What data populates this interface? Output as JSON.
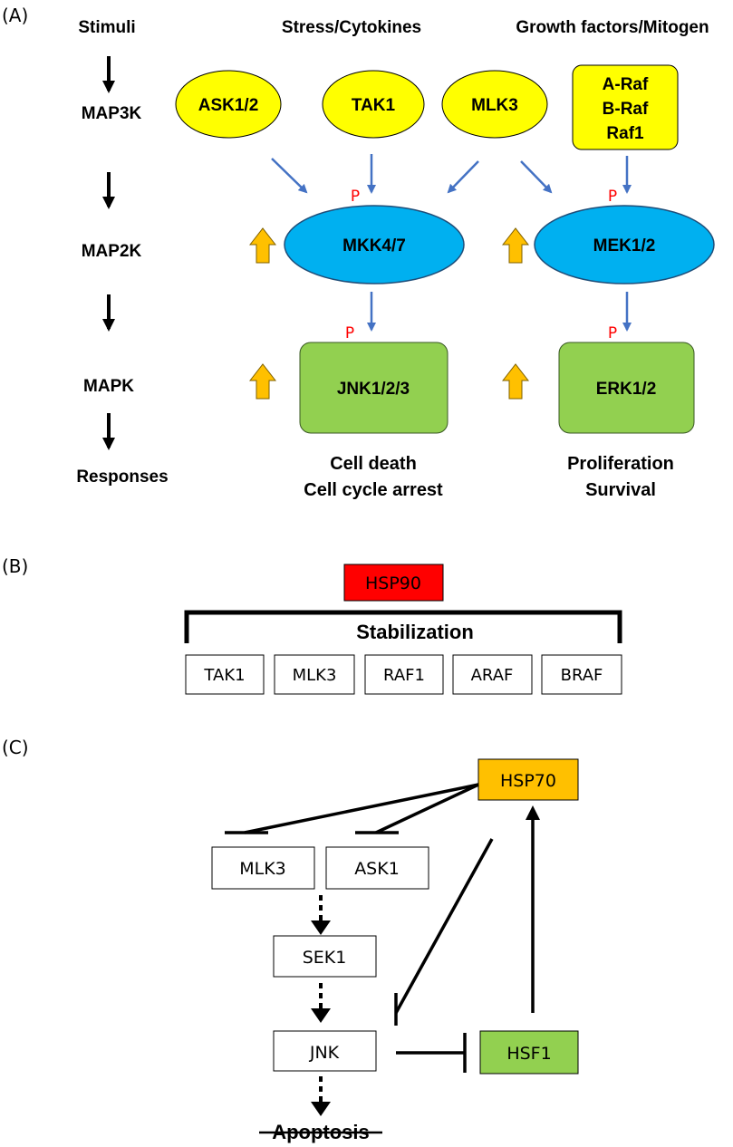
{
  "panel_a": {
    "label": "(A)",
    "levels": {
      "stimuli": "Stimuli",
      "map3k": "MAP3K",
      "map2k": "MAP2K",
      "mapk": "MAPK",
      "responses": "Responses"
    },
    "stimuli": {
      "stress": "Stress/Cytokines",
      "growth": "Growth factors/Mitogen"
    },
    "map3k": {
      "ask": "ASK1/2",
      "tak": "TAK1",
      "mlk": "MLK3",
      "raf": [
        "A-Raf",
        "B-Raf",
        "Raf1"
      ]
    },
    "map2k": {
      "mkk": "MKK4/7",
      "mek": "MEK1/2"
    },
    "mapk": {
      "jnk": "JNK1/2/3",
      "erk": "ERK1/2"
    },
    "phospho": "P",
    "responses": {
      "jnk": [
        "Cell death",
        "Cell cycle arrest"
      ],
      "erk": [
        "Proliferation",
        "Survival"
      ]
    },
    "colors": {
      "map3k": "#ffff00",
      "map2k": "#00b0f0",
      "mapk": "#92d050",
      "arrow_blue": "#4472c4",
      "up_arrow": "#ffc000",
      "phospho": "#ff0000"
    }
  },
  "panel_b": {
    "label": "(B)",
    "hsp": "HSP90",
    "stabilization": "Stabilization",
    "clients": [
      "TAK1",
      "MLK3",
      "RAF1",
      "ARAF",
      "BRAF"
    ],
    "colors": {
      "hsp90": "#ff0000"
    }
  },
  "panel_c": {
    "label": "(C)",
    "hsp70": "HSP70",
    "mlk3": "MLK3",
    "ask1": "ASK1",
    "sek1": "SEK1",
    "jnk": "JNK",
    "hsf1": "HSF1",
    "apoptosis": "Apoptosis",
    "colors": {
      "hsp70": "#ffc000",
      "hsf1": "#92d050"
    }
  }
}
